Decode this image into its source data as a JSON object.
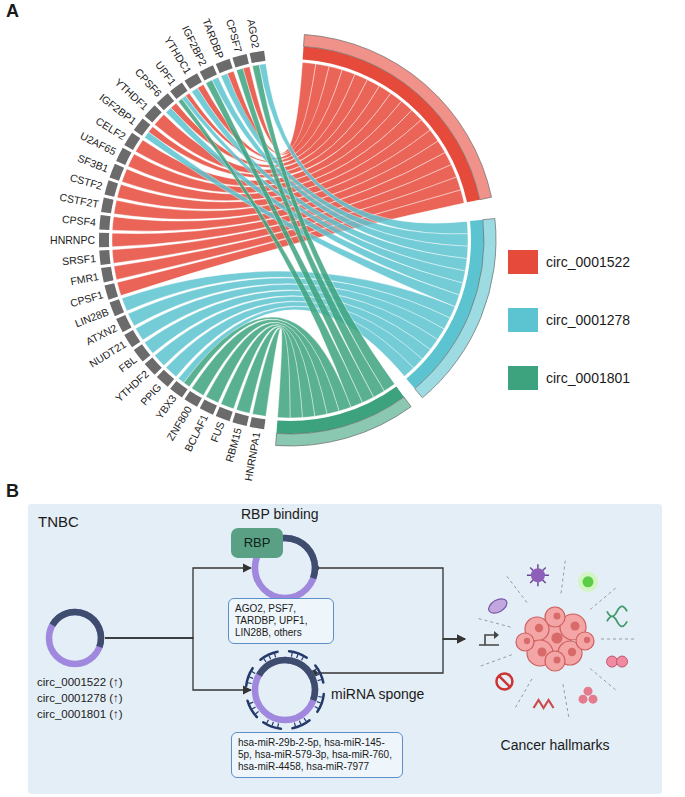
{
  "diagram": {
    "nodes": [
      {
        "text": [
          "TNBC"
        ]
      },
      {
        "text": [
          "circ_0001522 (↑)",
          "circ_0001278 (↑)",
          "circ_0001801 (↑)"
        ],
        "in": 0
      },
      {
        "text": [
          "RBP binding"
        ],
        "in": 0
      },
      {
        "text": [
          "RBP"
        ],
        "in": 2
      },
      {
        "text": [
          "AGO2, PSF7, TARDBP, UPF1, LIN28B, others"
        ],
        "in": 0
      },
      {
        "text": [
          "miRNA sponge"
        ],
        "in": 0
      },
      {
        "text": [
          "hsa-miR-29b-2-5p, hsa-miR-145-5p, hsa-miR-579-3p, hsa-miR-760, hsa-miR-4458, hsa-miR-7977"
        ],
        "in": 0
      },
      {
        "text": [
          "Cancer hallmarks"
        ],
        "in": 0
      }
    ],
    "edges": [
      {
        "from": 1,
        "to": 2,
        "arrow": "to"
      },
      {
        "from": 1,
        "to": 5,
        "arrow": "to"
      },
      {
        "from": 2,
        "to": 7,
        "arrow": "to"
      },
      {
        "from": 5,
        "to": 7,
        "arrow": "to"
      }
    ],
    "labels": [
      "A",
      "AGO2",
      "CPSF7",
      "TARDBP",
      "IGF2BP2",
      "YTHDC1",
      "UPF1",
      "CPSF6",
      "YTHDF1",
      "IGF2BP1",
      "CELF2",
      "U2AF65",
      "SF3B1",
      "CSTF2",
      "CSTF2T",
      "CPSF4",
      "HNRNPC",
      "SRSF1",
      "FMR1",
      "CPSF1",
      "LIN28B",
      "ATXN2",
      "NUDT21",
      "FBL",
      "YTHDF2",
      "PPIG",
      "YBX3",
      "ZNF800",
      "BCLAF1",
      "FUS",
      "RBM15",
      "HNRNPA1",
      "B"
    ],
    "legend": [
      {
        "text": "circ_0001522",
        "color": "#e64a3b"
      },
      {
        "text": "circ_0001278",
        "color": "#5cc3d0"
      },
      {
        "text": "circ_0001801",
        "color": "#3da37f"
      }
    ]
  }
}
